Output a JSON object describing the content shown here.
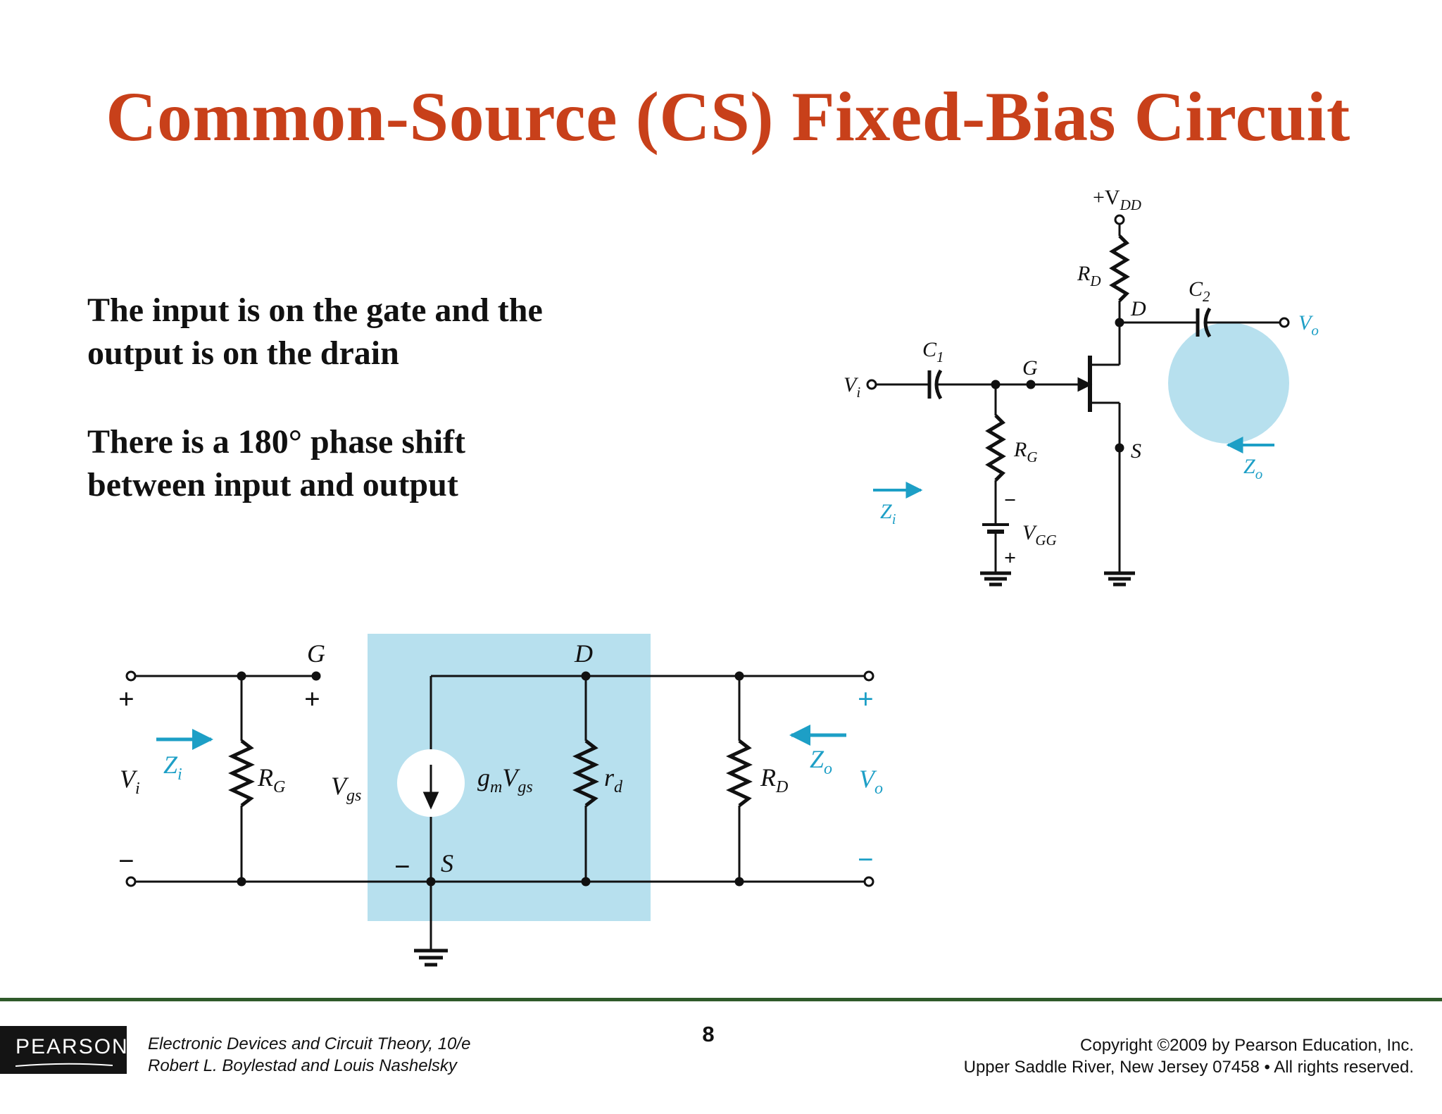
{
  "slide": {
    "title": "Common-Source (CS) Fixed-Bias Circuit",
    "bullet_1_line_1": "The input is on the gate and the",
    "bullet_1_line_2": "output is on the drain",
    "bullet_2_line_1": "There is a 180° phase shift",
    "bullet_2_line_2": "between input and output"
  },
  "circuit": {
    "vdd": "+V",
    "vdd_sub": "DD",
    "rd": "R",
    "rd_sub": "D",
    "drain": "D",
    "c2": "C",
    "c2_sub": "2",
    "vo": "V",
    "vo_sub": "o",
    "c1": "C",
    "c1_sub": "1",
    "gate": "G",
    "vi": "V",
    "vi_sub": "i",
    "rg": "R",
    "rg_sub": "G",
    "source": "S",
    "zo": "Z",
    "zo_sub": "o",
    "zi": "Z",
    "zi_sub": "i",
    "minus": "−",
    "plus": "+",
    "vgg": "V",
    "vgg_sub": "GG"
  },
  "ac_model": {
    "gate": "G",
    "drain": "D",
    "source": "S",
    "plus": "+",
    "minus": "−",
    "vi": "V",
    "vi_sub": "i",
    "zi": "Z",
    "zi_sub": "i",
    "rg": "R",
    "rg_sub": "G",
    "vgs": "V",
    "vgs_sub": "gs",
    "gm": "g",
    "gm_sub": "m",
    "gm_v": "V",
    "gm_v_sub": "gs",
    "rd_small": "r",
    "rd_small_sub": "d",
    "rd": "R",
    "rd_sub": "D",
    "zo": "Z",
    "zo_sub": "o",
    "vo": "V",
    "vo_sub": "o"
  },
  "footer": {
    "publisher": "PEARSON",
    "book_line_1": "Electronic Devices and Circuit Theory, 10/e",
    "book_line_2": "Robert L. Boylestad and Louis Nashelsky",
    "page_number": "8",
    "copyright_line_1": "Copyright ©2009 by Pearson Education, Inc.",
    "copyright_line_2": "Upper Saddle River, New Jersey 07458 • All rights reserved."
  },
  "colors": {
    "title": "#c8401a",
    "accent": "#1d9fc6",
    "highlight": "#b7e0ee",
    "footer_rule": "#2f5a2a"
  }
}
